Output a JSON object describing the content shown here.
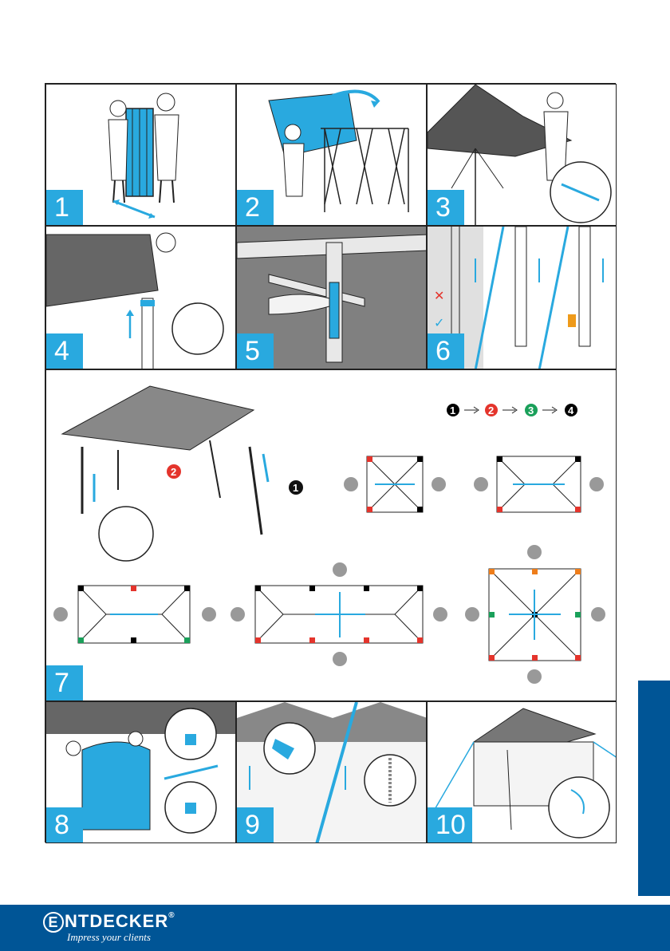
{
  "steps": {
    "s1": "1",
    "s2": "2",
    "s3": "3",
    "s4": "4",
    "s5": "5",
    "s6": "6",
    "s7": "7",
    "s8": "8",
    "s9": "9",
    "s10": "10"
  },
  "sequence": [
    "1",
    "2",
    "3",
    "4"
  ],
  "callouts": {
    "front_legs": "2",
    "back_legs": "1"
  },
  "brand": {
    "name": "NTDECKER",
    "initial": "E",
    "registered": "®",
    "tagline": "Impress your clients"
  },
  "colors": {
    "accent": "#29a9df",
    "brand_blue": "#005596",
    "step1": "#000000",
    "step2": "#e4342c",
    "step3": "#1aa05a",
    "step4": "#000000",
    "orange": "#ee7d1a"
  }
}
